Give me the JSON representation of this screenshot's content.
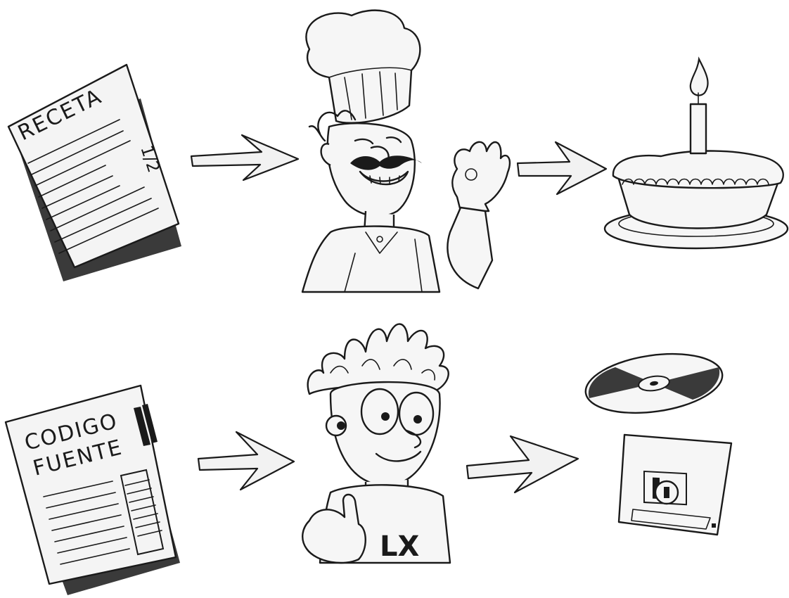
{
  "recipe_doc": {
    "title": "RECETA",
    "fraction": "1/2"
  },
  "source_doc": {
    "line1": "CODIGO",
    "line2": "FUENTE"
  },
  "programmer": {
    "shirt_letters": "LX"
  }
}
